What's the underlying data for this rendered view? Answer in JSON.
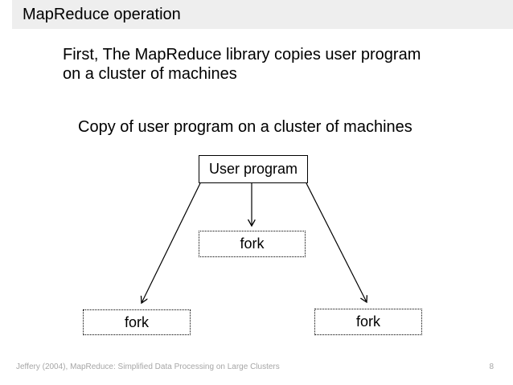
{
  "header": {
    "title": "MapReduce operation"
  },
  "body": {
    "line1": "First, The MapReduce library copies user program",
    "line2": "on a cluster of machines",
    "caption": "Copy of user program on a cluster of machines"
  },
  "diagram": {
    "user_program_label": "User program",
    "fork_center_label": "fork",
    "fork_left_label": "fork",
    "fork_right_label": "fork"
  },
  "footer": {
    "citation": "Jeffery (2004), MapReduce: Simplified Data Processing on Large Clusters",
    "page_number": "8"
  },
  "colors": {
    "header_bg": "#eeeeee",
    "text": "#000000",
    "box_border": "#000000",
    "arrow": "#000000",
    "footer_text": "#a6a6a6"
  }
}
